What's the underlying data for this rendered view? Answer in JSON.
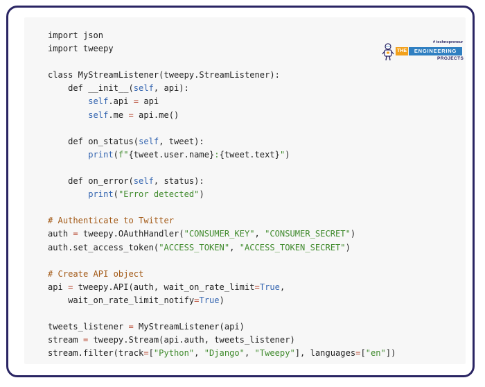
{
  "logo": {
    "tagline": "# technopreneur",
    "the": "THE",
    "engineering": "ENGINEERING",
    "projects": "PROJECTS"
  },
  "code_lines": [
    [
      {
        "t": "import json",
        "c": "kw"
      }
    ],
    [
      {
        "t": "import tweepy",
        "c": "kw"
      }
    ],
    [],
    [
      {
        "t": "class MyStreamListener(tweepy.StreamListener):",
        "c": "kw"
      }
    ],
    [
      {
        "t": "    def __init__(",
        "c": "kw"
      },
      {
        "t": "self",
        "c": "self"
      },
      {
        "t": ", api):",
        "c": "kw"
      }
    ],
    [
      {
        "t": "        ",
        "c": "kw"
      },
      {
        "t": "self",
        "c": "self"
      },
      {
        "t": ".api ",
        "c": "kw"
      },
      {
        "t": "=",
        "c": "op"
      },
      {
        "t": " api",
        "c": "kw"
      }
    ],
    [
      {
        "t": "        ",
        "c": "kw"
      },
      {
        "t": "self",
        "c": "self"
      },
      {
        "t": ".me ",
        "c": "kw"
      },
      {
        "t": "=",
        "c": "op"
      },
      {
        "t": " api.me()",
        "c": "kw"
      }
    ],
    [],
    [
      {
        "t": "    def on_status(",
        "c": "kw"
      },
      {
        "t": "self",
        "c": "self"
      },
      {
        "t": ", tweet):",
        "c": "kw"
      }
    ],
    [
      {
        "t": "        ",
        "c": "kw"
      },
      {
        "t": "print",
        "c": "builtin"
      },
      {
        "t": "(",
        "c": "kw"
      },
      {
        "t": "f\"",
        "c": "str"
      },
      {
        "t": "{tweet.user.name}",
        "c": "kw"
      },
      {
        "t": ":",
        "c": "str"
      },
      {
        "t": "{tweet.text}",
        "c": "kw"
      },
      {
        "t": "\"",
        "c": "str"
      },
      {
        "t": ")",
        "c": "kw"
      }
    ],
    [],
    [
      {
        "t": "    def on_error(",
        "c": "kw"
      },
      {
        "t": "self",
        "c": "self"
      },
      {
        "t": ", status):",
        "c": "kw"
      }
    ],
    [
      {
        "t": "        ",
        "c": "kw"
      },
      {
        "t": "print",
        "c": "builtin"
      },
      {
        "t": "(",
        "c": "kw"
      },
      {
        "t": "\"Error detected\"",
        "c": "str"
      },
      {
        "t": ")",
        "c": "kw"
      }
    ],
    [],
    [
      {
        "t": "# Authenticate to Twitter",
        "c": "com"
      }
    ],
    [
      {
        "t": "auth ",
        "c": "kw"
      },
      {
        "t": "=",
        "c": "op"
      },
      {
        "t": " tweepy.OAuthHandler(",
        "c": "kw"
      },
      {
        "t": "\"CONSUMER_KEY\"",
        "c": "str"
      },
      {
        "t": ", ",
        "c": "kw"
      },
      {
        "t": "\"CONSUMER_SECRET\"",
        "c": "str"
      },
      {
        "t": ")",
        "c": "kw"
      }
    ],
    [
      {
        "t": "auth.set_access_token(",
        "c": "kw"
      },
      {
        "t": "\"ACCESS_TOKEN\"",
        "c": "str"
      },
      {
        "t": ", ",
        "c": "kw"
      },
      {
        "t": "\"ACCESS_TOKEN_SECRET\"",
        "c": "str"
      },
      {
        "t": ")",
        "c": "kw"
      }
    ],
    [],
    [
      {
        "t": "# Create API object",
        "c": "com"
      }
    ],
    [
      {
        "t": "api ",
        "c": "kw"
      },
      {
        "t": "=",
        "c": "op"
      },
      {
        "t": " tweepy.API(auth, wait_on_rate_limit",
        "c": "kw"
      },
      {
        "t": "=",
        "c": "op"
      },
      {
        "t": "True",
        "c": "builtin"
      },
      {
        "t": ",",
        "c": "kw"
      }
    ],
    [
      {
        "t": "    wait_on_rate_limit_notify",
        "c": "kw"
      },
      {
        "t": "=",
        "c": "op"
      },
      {
        "t": "True",
        "c": "builtin"
      },
      {
        "t": ")",
        "c": "kw"
      }
    ],
    [],
    [
      {
        "t": "tweets_listener ",
        "c": "kw"
      },
      {
        "t": "=",
        "c": "op"
      },
      {
        "t": " MyStreamListener(api)",
        "c": "kw"
      }
    ],
    [
      {
        "t": "stream ",
        "c": "kw"
      },
      {
        "t": "=",
        "c": "op"
      },
      {
        "t": " tweepy.Stream(api.auth, tweets_listener)",
        "c": "kw"
      }
    ],
    [
      {
        "t": "stream.filter(track",
        "c": "kw"
      },
      {
        "t": "=",
        "c": "op"
      },
      {
        "t": "[",
        "c": "kw"
      },
      {
        "t": "\"Python\"",
        "c": "str"
      },
      {
        "t": ", ",
        "c": "kw"
      },
      {
        "t": "\"Django\"",
        "c": "str"
      },
      {
        "t": ", ",
        "c": "kw"
      },
      {
        "t": "\"Tweepy\"",
        "c": "str"
      },
      {
        "t": "], languages",
        "c": "kw"
      },
      {
        "t": "=",
        "c": "op"
      },
      {
        "t": "[",
        "c": "kw"
      },
      {
        "t": "\"en\"",
        "c": "str"
      },
      {
        "t": "])",
        "c": "kw"
      }
    ]
  ]
}
